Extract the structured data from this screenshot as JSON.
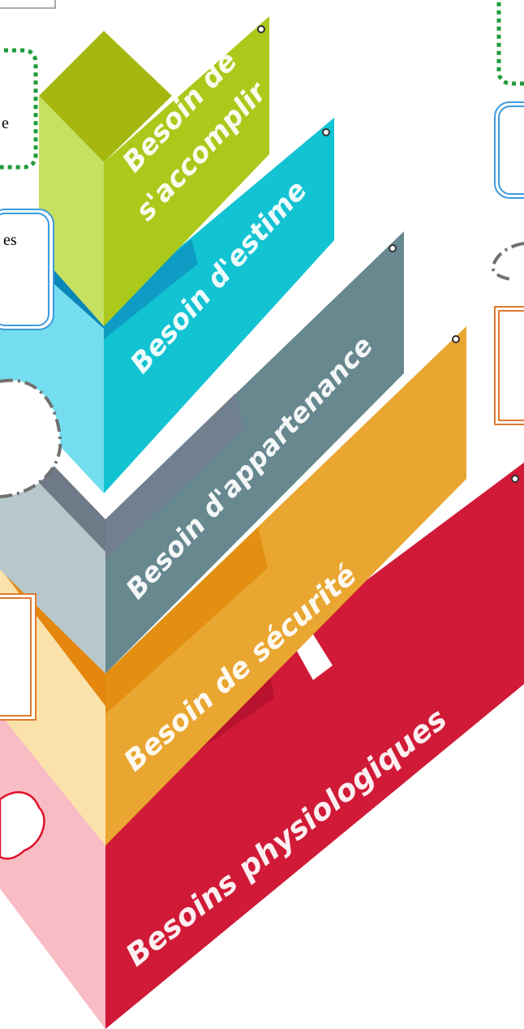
{
  "pyramid": {
    "tiers": [
      {
        "id": "accomplissement",
        "lines": [
          "Besoin de",
          "s'accomplir"
        ],
        "color": "#a9c414"
      },
      {
        "id": "estime",
        "lines": [
          "Besoin d'estime"
        ],
        "color": "#10c1d0"
      },
      {
        "id": "appartenance",
        "lines": [
          "Besoin d'appartenance"
        ],
        "color": "#6b8a92"
      },
      {
        "id": "securite",
        "lines": [
          "Besoin de sécurité"
        ],
        "color": "#e8a52e"
      },
      {
        "id": "physiologiques",
        "lines": [
          "Besoins physiologiques"
        ],
        "color": "#cf1a38"
      }
    ]
  },
  "callouts": {
    "dotted_box_fragment": "e",
    "double_box_fragment": "es"
  },
  "colors": {
    "dotted_border": "#1e9b3b",
    "double_border": "#3d9be0",
    "orange_border": "#e07a2f",
    "dashed_oval": "#707070",
    "red_cloud": "#e0102a"
  }
}
